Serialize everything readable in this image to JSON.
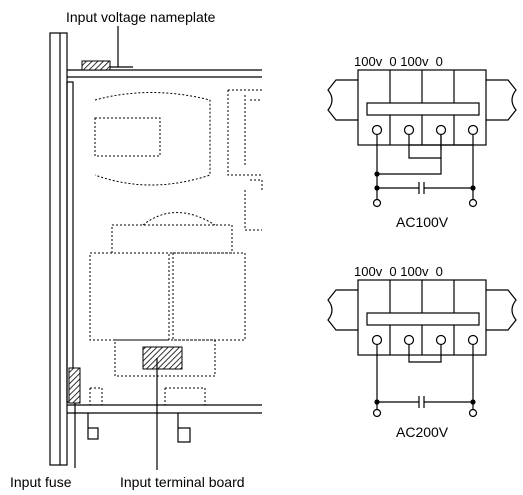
{
  "labels": {
    "nameplate": "Input voltage nameplate",
    "fuse": "Input fuse",
    "terminal_board": "Input terminal board"
  },
  "panels": [
    {
      "terminals": "100v  0 100v  0",
      "mode": "AC100V"
    },
    {
      "terminals": "100v  0 100v  0",
      "mode": "AC200V"
    }
  ],
  "colors": {
    "line": "#000000",
    "background": "#ffffff"
  }
}
